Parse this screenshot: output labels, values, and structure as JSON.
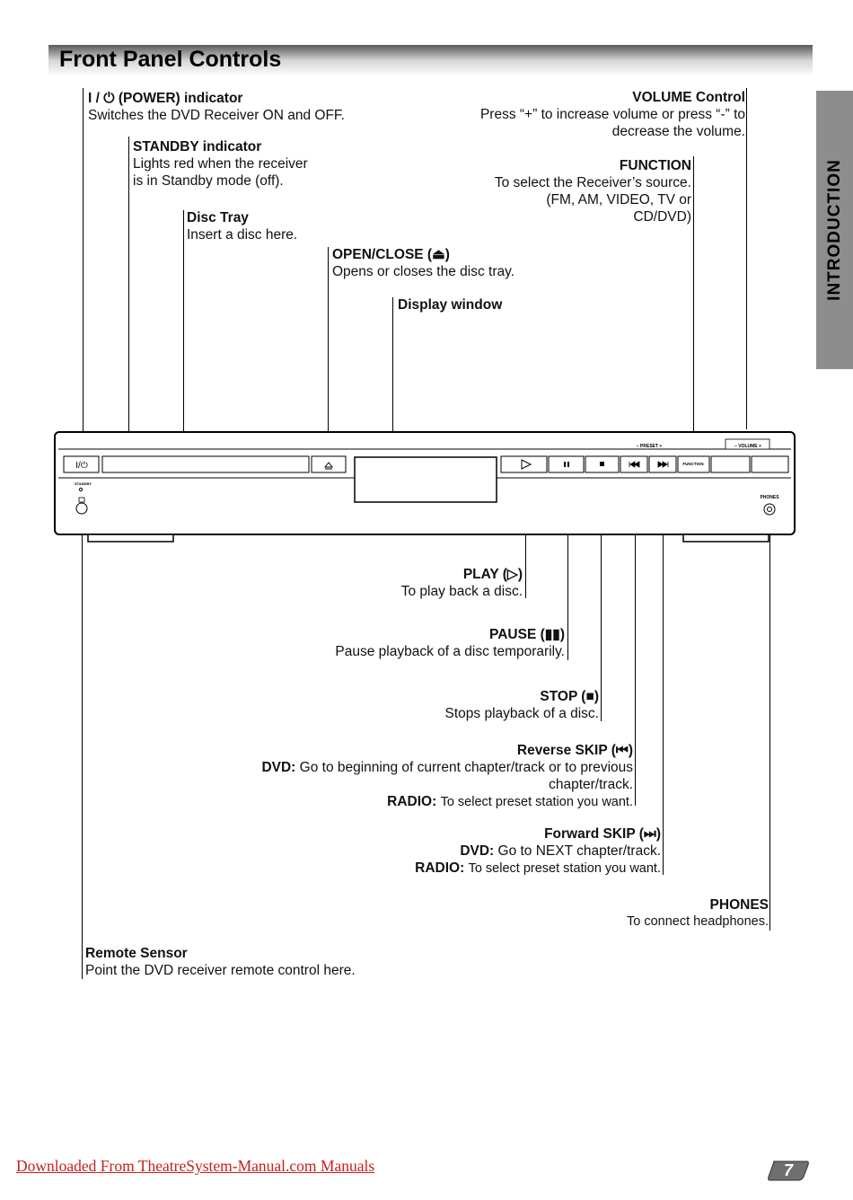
{
  "page_title": "Front Panel Controls",
  "side_tab": "INTRODUCTION",
  "labels": {
    "power": {
      "symbol": "I / ⏻",
      "title": "(POWER) indicator",
      "desc": "Switches the DVD Receiver ON and OFF."
    },
    "standby": {
      "title": "STANDBY indicator",
      "desc1": "Lights red when the receiver",
      "desc2": "is in Standby mode (off)."
    },
    "disc_tray": {
      "title": "Disc Tray",
      "desc": "Insert a disc here."
    },
    "open_close": {
      "title": "OPEN/CLOSE (⏏)",
      "desc": "Opens or closes the disc tray."
    },
    "display_window": {
      "title": "Display window"
    },
    "volume": {
      "title": "VOLUME Control",
      "desc1": "Press “+” to increase volume or press “-” to",
      "desc2": "decrease the volume."
    },
    "function": {
      "title": "FUNCTION",
      "desc1": "To select the Receiver’s source.",
      "desc2": "(FM, AM, VIDEO, TV or",
      "desc3": "CD/DVD)"
    },
    "play": {
      "title": "PLAY (▷)",
      "desc": "To play back a disc."
    },
    "pause": {
      "title": "PAUSE (▮▮)",
      "desc": "Pause playback of a disc temporarily."
    },
    "stop": {
      "title": "STOP (■)",
      "desc": "Stops playback of a disc."
    },
    "reverse_skip": {
      "title": "Reverse SKIP (⏮)",
      "dvd_label": "DVD:",
      "dvd_desc1": "Go to beginning of current chapter/track or to previous",
      "dvd_desc2": "chapter/track.",
      "radio_label": "RADIO:",
      "radio_desc": "To select preset station you want."
    },
    "forward_skip": {
      "title": "Forward SKIP (⏭)",
      "dvd_label": "DVD:",
      "dvd_desc": "Go to NEXT chapter/track.",
      "radio_label": "RADIO:",
      "radio_desc": "To select preset station you want."
    },
    "phones": {
      "title": "PHONES",
      "desc": "To connect headphones."
    },
    "remote_sensor": {
      "title": "Remote Sensor",
      "desc": "Point the DVD receiver remote control here."
    }
  },
  "device": {
    "power_button": "I/⏻",
    "standby_text": "STANDBY",
    "preset_text": "– PRESET +",
    "volume_text": "– VOLUME +",
    "function_text": "FUNCTION",
    "phones_text": "PHONES"
  },
  "footer": {
    "link": "Downloaded From TheatreSystem-Manual.com Manuals"
  },
  "page_number": "7"
}
